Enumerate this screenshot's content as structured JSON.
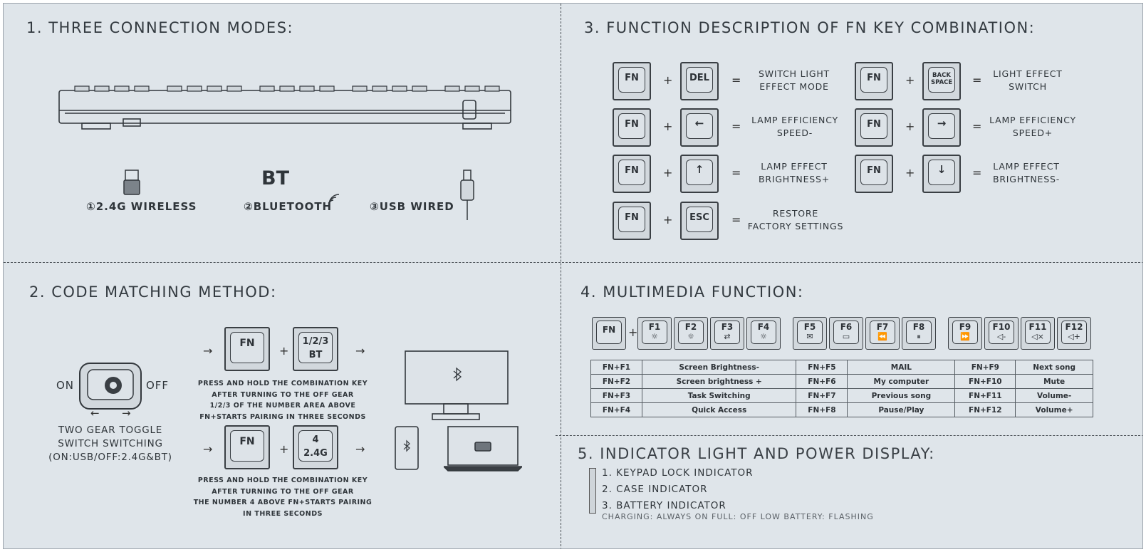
{
  "section1": {
    "title": "1. THREE CONNECTION MODES:",
    "modes": [
      {
        "label": "①2.4G WIRELESS",
        "icon": "usb-dongle-icon"
      },
      {
        "label": "②BLUETOOTH",
        "badge": "BT",
        "icon": "wireless-signal-icon"
      },
      {
        "label": "③USB WIRED",
        "icon": "usb-cable-icon"
      }
    ]
  },
  "section2": {
    "title": "2. CODE MATCHING METHOD:",
    "switch": {
      "on": "ON",
      "off": "OFF",
      "caption": [
        "TWO GEAR TOGGLE",
        "SWITCH SWITCHING",
        "(ON:USB/OFF:2.4G&BT)"
      ]
    },
    "bt_keys": {
      "fn": "FN",
      "key_top": "1/2/3",
      "key_bottom": "BT"
    },
    "bt_steps": [
      "PRESS AND HOLD THE COMBINATION KEY",
      "AFTER TURNING TO THE OFF GEAR",
      "1/2/3 OF THE NUMBER AREA ABOVE",
      "FN+STARTS PAIRING IN THREE SECONDS"
    ],
    "wl_keys": {
      "fn": "FN",
      "key_top": "4",
      "key_bottom": "2.4G"
    },
    "wl_steps": [
      "PRESS AND HOLD THE COMBINATION KEY",
      "AFTER TURNING TO THE OFF GEAR",
      "THE NUMBER 4 ABOVE FN+STARTS PAIRING",
      "IN THREE SECONDS"
    ]
  },
  "section3": {
    "title": "3. FUNCTION DESCRIPTION OF FN KEY COMBINATION:",
    "combos": [
      {
        "fn": "FN",
        "key": "DEL",
        "desc": [
          "SWITCH LIGHT",
          "EFFECT MODE"
        ]
      },
      {
        "fn": "FN",
        "key": "BACK SPACE",
        "desc": [
          "LIGHT EFFECT",
          "SWITCH"
        ]
      },
      {
        "fn": "FN",
        "key": "←",
        "desc": [
          "LAMP EFFICIENCY",
          "SPEED-"
        ]
      },
      {
        "fn": "FN",
        "key": "→",
        "desc": [
          "LAMP EFFICIENCY",
          "SPEED+"
        ]
      },
      {
        "fn": "FN",
        "key": "↑",
        "desc": [
          "LAMP EFFECT",
          "BRIGHTNESS+"
        ]
      },
      {
        "fn": "FN",
        "key": "↓",
        "desc": [
          "LAMP EFFECT",
          "BRIGHTNESS-"
        ]
      },
      {
        "fn": "FN",
        "key": "ESC",
        "desc": [
          "RESTORE",
          "FACTORY SETTINGS"
        ]
      }
    ]
  },
  "section4": {
    "title": "4. MULTIMEDIA FUNCTION:",
    "fn_key": "FN",
    "keys": [
      {
        "label": "F1",
        "icon": "☼"
      },
      {
        "label": "F2",
        "icon": "☼"
      },
      {
        "label": "F3",
        "icon": "⇄"
      },
      {
        "label": "F4",
        "icon": "☼"
      },
      {
        "label": "F5",
        "icon": "✉"
      },
      {
        "label": "F6",
        "icon": "▭"
      },
      {
        "label": "F7",
        "icon": "⏪"
      },
      {
        "label": "F8",
        "icon": "⏸"
      },
      {
        "label": "F9",
        "icon": "⏩"
      },
      {
        "label": "F10",
        "icon": "◁-"
      },
      {
        "label": "F11",
        "icon": "◁×"
      },
      {
        "label": "F12",
        "icon": "◁+"
      }
    ],
    "table": [
      [
        "FN+F1",
        "Screen Brightness-",
        "FN+F5",
        "MAIL",
        "FN+F9",
        "Next song"
      ],
      [
        "FN+F2",
        "Screen brightness +",
        "FN+F6",
        "My computer",
        "FN+F10",
        "Mute"
      ],
      [
        "FN+F3",
        "Task Switching",
        "FN+F7",
        "Previous song",
        "FN+F11",
        "Volume-"
      ],
      [
        "FN+F4",
        "Quick Access",
        "FN+F8",
        "Pause/Play",
        "FN+F12",
        "Volume+"
      ]
    ]
  },
  "section5": {
    "title": "5. INDICATOR LIGHT AND POWER DISPLAY:",
    "items": [
      "1. KEYPAD LOCK INDICATOR",
      "2. CASE INDICATOR",
      "3. BATTERY INDICATOR"
    ],
    "note": "CHARGING: ALWAYS ON FULL: OFF LOW BATTERY: FLASHING"
  },
  "symbols": {
    "plus": "+",
    "equals": "=",
    "arrow": "→",
    "left": "←",
    "right": "→"
  }
}
